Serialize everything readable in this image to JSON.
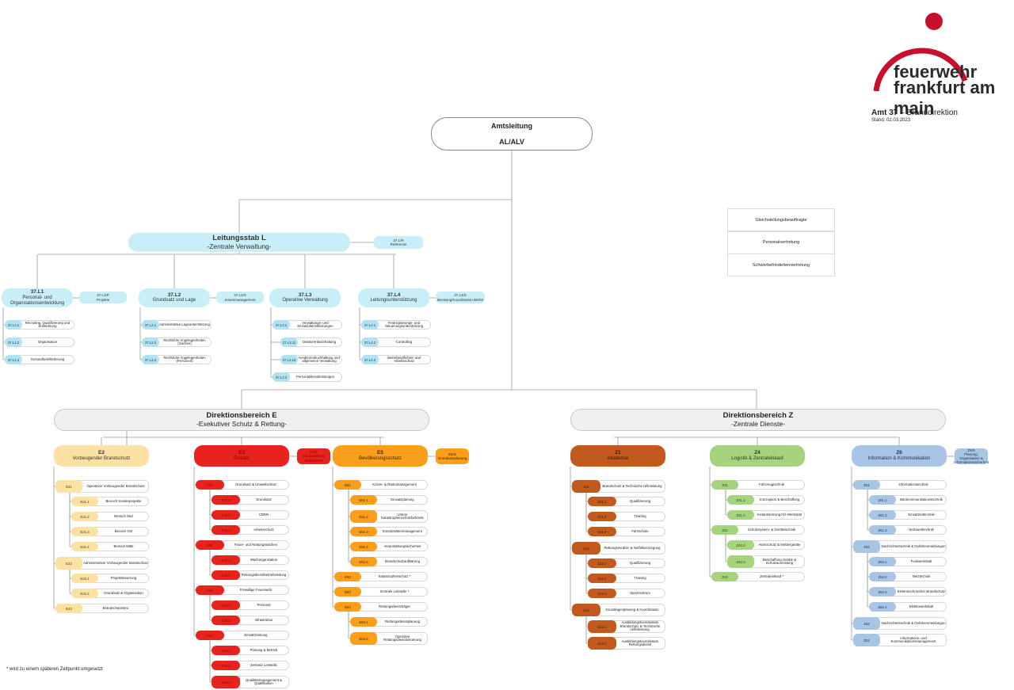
{
  "brand": {
    "line1": "feuerwehr",
    "line2": "frankfurt am main",
    "office_strong": "Amt 37",
    "office_rest": " – Branddirektion",
    "date": "Stand: 02.03.2023",
    "red": "#c8102e"
  },
  "root": {
    "line1": "Amtsleitung",
    "line2": "AL/ALV"
  },
  "staff_reps": [
    "Gleichstellungsbeauftragte",
    "Personalvertretung",
    "Schwerbehindertenvertretung"
  ],
  "stab": {
    "title": "Leitungsstab L",
    "sub": "-Zentrale Verwaltung-",
    "ref_code": "37.L/R",
    "ref_label": "Referentin"
  },
  "l_units": [
    {
      "code": "37.L1",
      "title": "Personal- und Organisationsentwicklung",
      "side_code": "37.L1/P",
      "side_label": "Projekte",
      "rows": [
        {
          "code": "37.L1.1",
          "label": "Recruiting, Qualifizierung und Entwicklung"
        },
        {
          "code": "37.L1.2",
          "label": "Organisation"
        },
        {
          "code": "37.L1.3",
          "label": "Gesundheitsförderung"
        }
      ]
    },
    {
      "code": "37.L2",
      "title": "Grundsatz und Lage",
      "side_code": "37.L2/S",
      "side_label": "Krisenmanagement",
      "rows": [
        {
          "code": "37.L2.1",
          "label": "Administrative Lageunterstützung"
        },
        {
          "code": "37.L2.2",
          "label": "Rechtliche Angelegenheiten (Sachen)"
        },
        {
          "code": "37.L2.3",
          "label": "Rechtliche Angelegenheiten (Personen)"
        }
      ]
    },
    {
      "code": "37.L3",
      "title": "Operative Verwaltung",
      "rows": [
        {
          "code": "37.L3.1",
          "label": "Verwaltungs- und Einsatzdienstleistungen"
        },
        {
          "code": "37.L3.11",
          "label": "Debitorenbuchhaltung"
        },
        {
          "code": "37.L3.12",
          "label": "Kreditorenbuchhaltung und allgemeine Verwaltung"
        },
        {
          "code": "37.L3.2",
          "label": "Personaldienstleistungen"
        }
      ]
    },
    {
      "code": "37.L4",
      "title": "Leitungsunterstützung",
      "side_code": "37.L4/S",
      "side_label": "Beratung/Koordination BKRZ",
      "rows": [
        {
          "code": "37.L4.1",
          "label": "Finanzplanungs- und Steuerungsunterstützung"
        },
        {
          "code": "37.L4.2",
          "label": "Controlling"
        },
        {
          "code": "37.L4.3",
          "label": "Betreiberpflichten und Arbeitsschutz"
        }
      ]
    }
  ],
  "db_e": {
    "title": "Direktionsbereich E",
    "sub": "-Exekutiver Schutz & Rettung-"
  },
  "db_z": {
    "title": "Direktionsbereich Z",
    "sub": "-Zentrale Dienste-"
  },
  "columns": [
    {
      "code": "E2",
      "title": "Vorbeugender Brandschutz",
      "color": "yel",
      "rows": [
        {
          "code": "E21",
          "label": "Operativer Vorbeugender Brandschutz",
          "lvl": 1
        },
        {
          "code": "E21.1",
          "label": "Bereich Sonderprojekte",
          "lvl": 2
        },
        {
          "code": "E21.2",
          "label": "Bereich Süd",
          "lvl": 2
        },
        {
          "code": "E21.3",
          "label": "Bereich Ost",
          "lvl": 2
        },
        {
          "code": "E21.4",
          "label": "Bereich Mitte",
          "lvl": 2
        },
        {
          "code": "E22",
          "label": "Administrativer Vorbeugender Brandschutz",
          "lvl": 1
        },
        {
          "code": "E22.1",
          "label": "Projektsteuerung",
          "lvl": 2
        },
        {
          "code": "E22.2",
          "label": "Grundsatz & Organisation",
          "lvl": 2
        },
        {
          "code": "E23",
          "label": "Brandschutzbüro",
          "lvl": 1
        }
      ]
    },
    {
      "code": "E3",
      "title": "Einsatz",
      "color": "red",
      "side_code": "E3/S",
      "side_label": "Einsatzleitung Stabsdienst",
      "rows": [
        {
          "code": "E31",
          "label": "Grundsatz & Umweltschutz",
          "lvl": 1
        },
        {
          "code": "E31.1",
          "label": "Grundsatz",
          "lvl": 2
        },
        {
          "code": "E31.2",
          "label": "CBRN",
          "lvl": 2
        },
        {
          "code": "E31.3",
          "label": "Arbeitsschutz",
          "lvl": 2
        },
        {
          "code": "E32",
          "label": "Feuer- und Rettungswachen",
          "lvl": 1
        },
        {
          "code": "E32.1",
          "label": "Wachorganisation",
          "lvl": 2
        },
        {
          "code": "E32.2",
          "label": "Rettungsdienstbetriebsleitung",
          "lvl": 2
        },
        {
          "code": "E33",
          "label": "Freiwillige Feuerwehr",
          "lvl": 1
        },
        {
          "code": "E33.1",
          "label": "Personal",
          "lvl": 2
        },
        {
          "code": "E33.2",
          "label": "Infrastruktur",
          "lvl": 2
        },
        {
          "code": "E34",
          "label": "Einsatzlenkung",
          "lvl": 1
        },
        {
          "code": "E34.1",
          "label": "Planung & Betrieb",
          "lvl": 2
        },
        {
          "code": "E34.2",
          "label": "Zentrale Leitstelle",
          "lvl": 2
        },
        {
          "code": "E34.3",
          "label": "Qualitätsmanagement & Qualifikation",
          "lvl": 2
        }
      ]
    },
    {
      "code": "E5",
      "title": "Bevölkerungsschutz",
      "color": "ora",
      "side_code": "E5/G",
      "side_label": "Grundsatzplanung",
      "rows": [
        {
          "code": "E51",
          "label": "Krisen- & Risikomanagement",
          "lvl": 1
        },
        {
          "code": "E51.1",
          "label": "Einsatzplanung",
          "lvl": 2
        },
        {
          "code": "E51.2",
          "label": "Untere Katastrophenschutzbehörde",
          "lvl": 2
        },
        {
          "code": "E51.3",
          "label": "Einsatzdatenmanagement",
          "lvl": 2
        },
        {
          "code": "E51.4",
          "label": "Veranstaltungssicherheit",
          "lvl": 2
        },
        {
          "code": "E51.5",
          "label": "Brandschutzaufklärung",
          "lvl": 2
        },
        {
          "code": "E52",
          "label": "Katastrophenschutz *",
          "lvl": 1
        },
        {
          "code": "E53",
          "label": "Zentrale Leitstelle *",
          "lvl": 1
        },
        {
          "code": "E54",
          "label": "Rettungsdienstträger",
          "lvl": 1
        },
        {
          "code": "E54.1",
          "label": "Rettungsdienstplanung",
          "lvl": 2
        },
        {
          "code": "E54.2",
          "label": "Operative Rettungsdienststeuerung",
          "lvl": 2
        }
      ]
    },
    {
      "code": "Z1",
      "title": "Akademie",
      "color": "brn",
      "rows": [
        {
          "code": "Z11",
          "label": "Brandschutz & Technische Hilfeleistung",
          "lvl": 1
        },
        {
          "code": "Z11.1",
          "label": "Qualifizierung",
          "lvl": 2
        },
        {
          "code": "Z11.2",
          "label": "Training",
          "lvl": 2
        },
        {
          "code": "Z11.3",
          "label": "Fahrschule",
          "lvl": 2
        },
        {
          "code": "Z12",
          "label": "Rettungsmedizin & Notfallversorgung",
          "lvl": 1
        },
        {
          "code": "Z12.1",
          "label": "Qualifizierung",
          "lvl": 2
        },
        {
          "code": "Z12.2",
          "label": "Training",
          "lvl": 2
        },
        {
          "code": "Z12.3",
          "label": "Sportzentrum",
          "lvl": 2
        },
        {
          "code": "Z13",
          "label": "Grundlagenplanung & Koordination",
          "lvl": 1
        },
        {
          "code": "Z13.1",
          "label": "Ausbildungskoordination Brandschutz & Technische Hilfeleistung",
          "lvl": 2
        },
        {
          "code": "Z13.2",
          "label": "Ausbildungskoordination Rettungsdienst",
          "lvl": 2
        }
      ]
    },
    {
      "code": "Z4",
      "title": "Logistik & Zentraleinkauf",
      "color": "grn",
      "rows": [
        {
          "code": "Z41",
          "label": "Fahrzeugtechnik",
          "lvl": 1
        },
        {
          "code": "Z41.1",
          "label": "Konzeption & Beschaffung",
          "lvl": 2
        },
        {
          "code": "Z41.2",
          "label": "Instandsetzung Kfz-Werkstatt",
          "lvl": 2
        },
        {
          "code": "Z42",
          "label": "Schutzsystem- & Gerätetechnik",
          "lvl": 1
        },
        {
          "code": "Z42.2",
          "label": "Atemschutz & Meldergeräte",
          "lvl": 2
        },
        {
          "code": "Z42.3",
          "label": "Beschaffung Geräte & Schutzausrüstung",
          "lvl": 2
        },
        {
          "code": "Z43",
          "label": "Zentraleinkauf *",
          "lvl": 1
        }
      ]
    },
    {
      "code": "Z6",
      "title": "Information & Kommunikation",
      "color": "blu",
      "side_code": "Z6/S",
      "side_label": "Planung, Organisation & Informationssicherheit",
      "rows": [
        {
          "code": "Z61",
          "label": "Informationstechnik",
          "lvl": 1
        },
        {
          "code": "Z61.1",
          "label": "Bürokommunikationstechnik",
          "lvl": 2
        },
        {
          "code": "Z61.2",
          "label": "Einsatzleittechnik",
          "lvl": 2
        },
        {
          "code": "Z61.3",
          "label": "Netzwerktechnik",
          "lvl": 2
        },
        {
          "code": "Z62",
          "label": "Nachrichtentechnik & Gefahrenmeldungen",
          "lvl": 1
        },
        {
          "code": "Z62.1",
          "label": "Funkwerkstatt",
          "lvl": 2
        },
        {
          "code": "Z62.2",
          "label": "Netztechnik",
          "lvl": 2
        },
        {
          "code": "Z62.3",
          "label": "Elektrotechnischer Brandschutz",
          "lvl": 2
        },
        {
          "code": "Z62.4",
          "label": "Elektrowerkstatt",
          "lvl": 2
        },
        {
          "code": "Z62",
          "label": "Nachrichtentechnik & Gefahrenmeldungen",
          "lvl": 1
        },
        {
          "code": "Z63",
          "label": "Informations- und Kommunikationsmanagement",
          "lvl": 1
        }
      ]
    }
  ],
  "footnote": "* wird zu einem späteren Zeitpunkt umgesetzt"
}
